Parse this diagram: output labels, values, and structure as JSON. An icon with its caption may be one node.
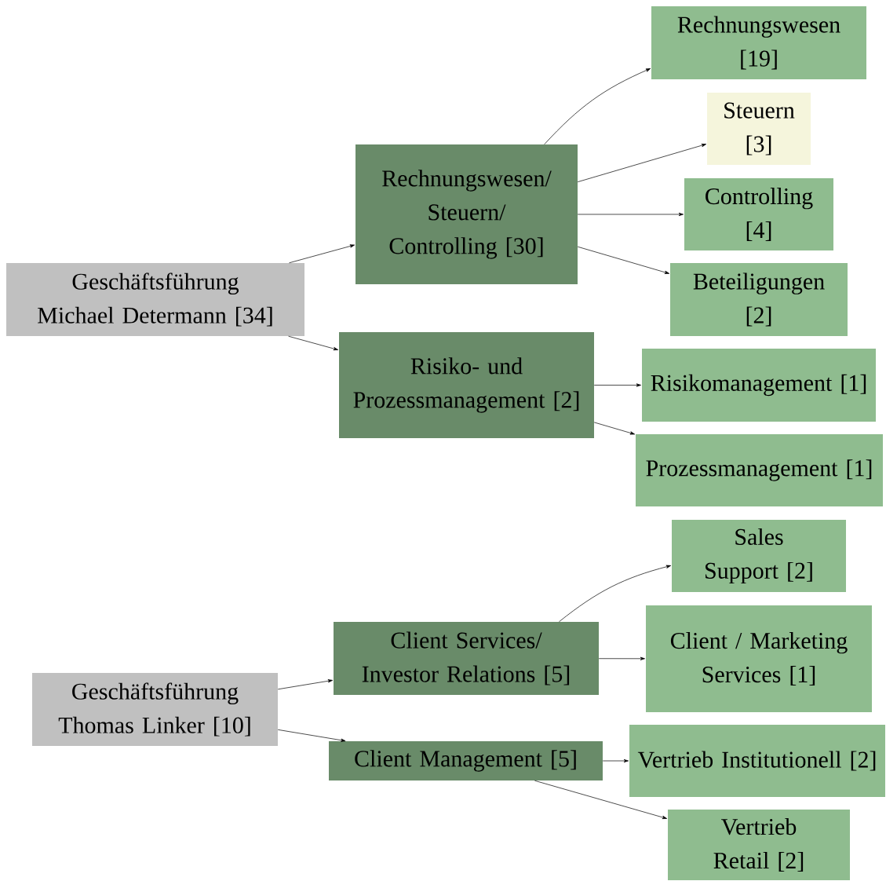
{
  "diagram": {
    "nodes": [
      {
        "text": [
          "Geschäftsführung Michael Determann [34]"
        ]
      },
      {
        "text": [
          "Rechnungswesen/ Steuern/ Controlling [30]"
        ]
      },
      {
        "text": [
          "Risiko- und Prozessmanagement [2]"
        ]
      },
      {
        "text": [
          "Rechnungswesen [19]"
        ]
      },
      {
        "text": [
          "Steuern [3]"
        ]
      },
      {
        "text": [
          "Controlling [4]"
        ]
      },
      {
        "text": [
          "Beteiligungen [2]"
        ]
      },
      {
        "text": [
          "Risikomanagement [1]"
        ]
      },
      {
        "text": [
          "Prozessmanagement [1]"
        ]
      },
      {
        "text": [
          "Geschäftsführung Thomas Linker [10]"
        ]
      },
      {
        "text": [
          "Client Services/ Investor Relations [5]"
        ]
      },
      {
        "text": [
          "Client Management [5]"
        ]
      },
      {
        "text": [
          "Sales Support [2]"
        ]
      },
      {
        "text": [
          "Client / Marketing Services [1]"
        ]
      },
      {
        "text": [
          "Vertrieb Institutionell [2]"
        ]
      },
      {
        "text": [
          "Vertrieb Retail [2]"
        ]
      }
    ],
    "edges": [
      {
        "from": 0,
        "to": 1,
        "arrow": "to"
      },
      {
        "from": 0,
        "to": 2,
        "arrow": "to"
      },
      {
        "from": 1,
        "to": 3,
        "arrow": "to"
      },
      {
        "from": 1,
        "to": 4,
        "arrow": "to"
      },
      {
        "from": 1,
        "to": 5,
        "arrow": "to"
      },
      {
        "from": 1,
        "to": 6,
        "arrow": "to"
      },
      {
        "from": 2,
        "to": 7,
        "arrow": "to"
      },
      {
        "from": 2,
        "to": 8,
        "arrow": "to"
      },
      {
        "from": 9,
        "to": 10,
        "arrow": "to"
      },
      {
        "from": 9,
        "to": 11,
        "arrow": "to"
      },
      {
        "from": 10,
        "to": 12,
        "arrow": "to"
      },
      {
        "from": 10,
        "to": 13,
        "arrow": "to"
      },
      {
        "from": 11,
        "to": 14,
        "arrow": "to"
      },
      {
        "from": 11,
        "to": 15,
        "arrow": "to"
      }
    ]
  }
}
